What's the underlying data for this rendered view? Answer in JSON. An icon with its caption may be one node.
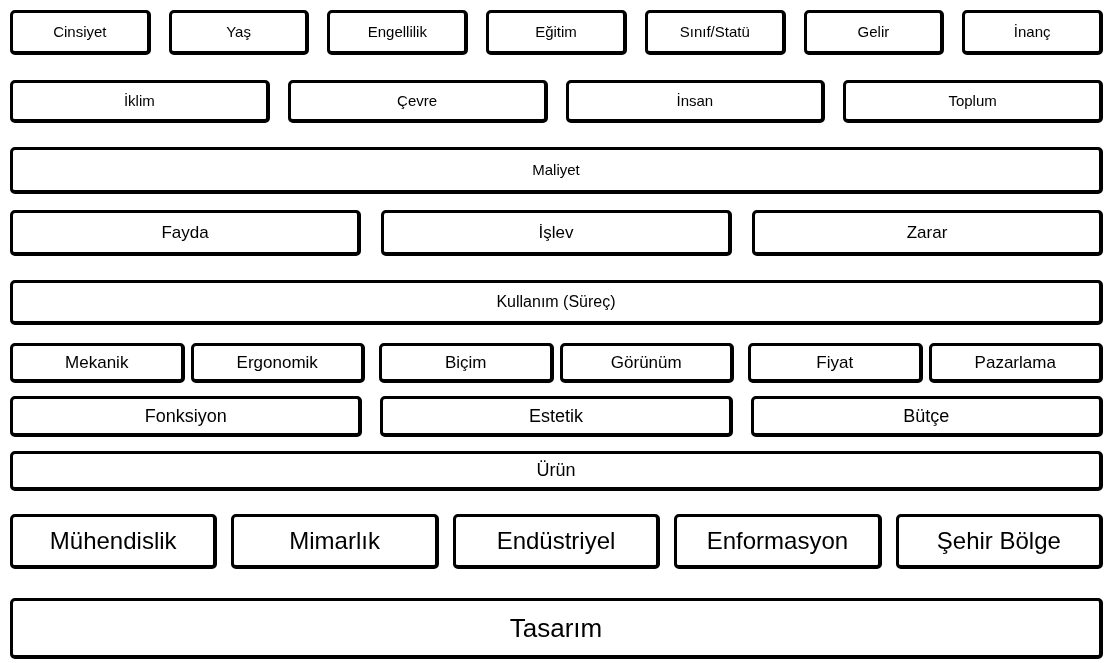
{
  "diagram": {
    "nodes": [
      {
        "text": [
          "Cinsiyet"
        ]
      },
      {
        "text": [
          "Yaş"
        ]
      },
      {
        "text": [
          "Engellilik"
        ]
      },
      {
        "text": [
          "Eğitim"
        ]
      },
      {
        "text": [
          "Sınıf/Statü"
        ]
      },
      {
        "text": [
          "Gelir"
        ]
      },
      {
        "text": [
          "İnanç"
        ]
      },
      {
        "text": [
          "İklim"
        ]
      },
      {
        "text": [
          "Çevre"
        ]
      },
      {
        "text": [
          "İnsan"
        ]
      },
      {
        "text": [
          "Toplum"
        ]
      },
      {
        "text": [
          "Maliyet"
        ]
      },
      {
        "text": [
          "Fayda"
        ]
      },
      {
        "text": [
          "İşlev"
        ]
      },
      {
        "text": [
          "Zarar"
        ]
      },
      {
        "text": [
          "Kullanım (Süreç)"
        ]
      },
      {
        "text": [
          "Mekanik"
        ]
      },
      {
        "text": [
          "Ergonomik"
        ]
      },
      {
        "text": [
          "Biçim"
        ]
      },
      {
        "text": [
          "Görünüm"
        ]
      },
      {
        "text": [
          "Fiyat"
        ]
      },
      {
        "text": [
          "Pazarlama"
        ]
      },
      {
        "text": [
          "Fonksiyon"
        ]
      },
      {
        "text": [
          "Estetik"
        ]
      },
      {
        "text": [
          "Bütçe"
        ]
      },
      {
        "text": [
          "Ürün"
        ]
      },
      {
        "text": [
          "Mühendislik"
        ]
      },
      {
        "text": [
          "Mimarlık"
        ]
      },
      {
        "text": [
          "Endüstriyel"
        ]
      },
      {
        "text": [
          "Enformasyon"
        ]
      },
      {
        "text": [
          "Şehir Bölge"
        ]
      },
      {
        "text": [
          "Tasarım"
        ]
      }
    ]
  }
}
